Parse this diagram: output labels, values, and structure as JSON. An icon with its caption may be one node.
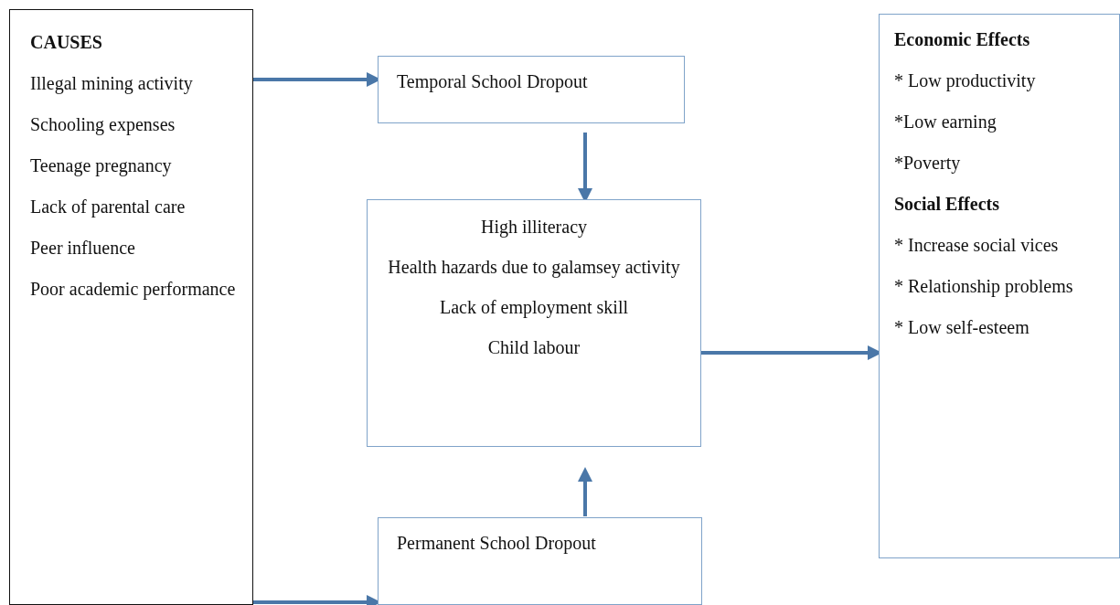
{
  "diagram": {
    "nodes": [
      {
        "text": [
          "CAUSES",
          "Illegal mining activity",
          "Schooling expenses",
          "Teenage pregnancy",
          "Lack of parental care",
          "Peer influence",
          "Poor academic performance"
        ]
      },
      {
        "text": [
          "Temporal School Dropout"
        ]
      },
      {
        "text": [
          "High illiteracy",
          "Health hazards due to galamsey activity",
          "Lack of employment skill",
          "Child labour"
        ]
      },
      {
        "text": [
          "Permanent School Dropout"
        ]
      },
      {
        "text": [
          "Economic Effects",
          "* Low productivity",
          "*Low earning",
          "*Poverty",
          "Social Effects",
          "* Increase social vices",
          "* Relationship problems",
          "* Low self-esteem"
        ]
      }
    ],
    "edges": [
      {
        "from": 0,
        "to": 1,
        "arrow": "to"
      },
      {
        "from": 0,
        "to": 3,
        "arrow": "to"
      },
      {
        "from": 1,
        "to": 2,
        "arrow": "to"
      },
      {
        "from": 3,
        "to": 2,
        "arrow": "to"
      },
      {
        "from": 2,
        "to": 4,
        "arrow": "to"
      }
    ]
  }
}
